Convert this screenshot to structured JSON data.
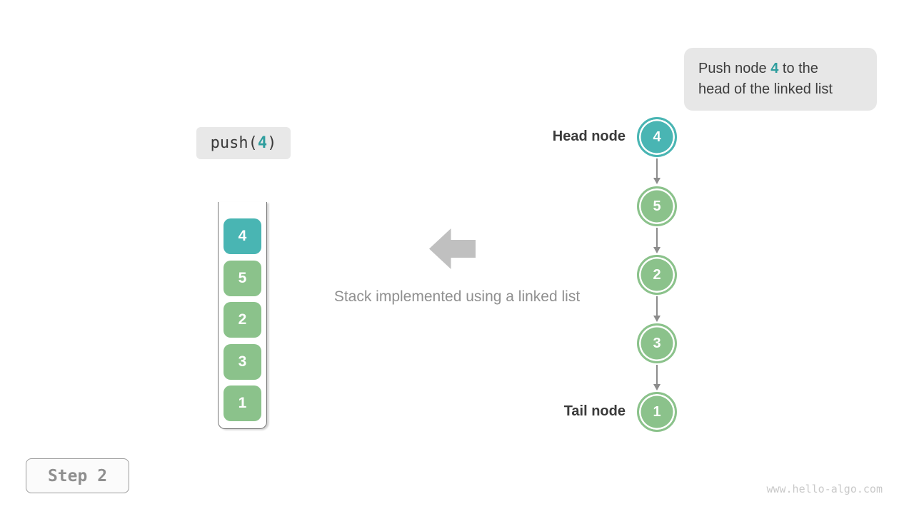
{
  "colors": {
    "teal": "#49b5b3",
    "green": "#8bc28b",
    "teal_text": "#2f9e9e"
  },
  "callout": {
    "before_highlight": "Push node ",
    "highlight": "4",
    "after_highlight": " to the",
    "line2": "head of the linked list"
  },
  "operation": {
    "before_arg": "push(",
    "arg": "4",
    "after_arg": ")"
  },
  "stack": {
    "items": [
      {
        "value": "4",
        "color": "teal"
      },
      {
        "value": "5",
        "color": "green"
      },
      {
        "value": "2",
        "color": "green"
      },
      {
        "value": "3",
        "color": "green"
      },
      {
        "value": "1",
        "color": "green"
      }
    ]
  },
  "caption": "Stack implemented using a linked list",
  "linked_list": {
    "head_label": "Head node",
    "tail_label": "Tail node",
    "nodes": [
      {
        "value": "4",
        "color": "teal"
      },
      {
        "value": "5",
        "color": "green"
      },
      {
        "value": "2",
        "color": "green"
      },
      {
        "value": "3",
        "color": "green"
      },
      {
        "value": "1",
        "color": "green"
      }
    ]
  },
  "step_badge": {
    "label": "Step 2"
  },
  "watermark": "www.hello-algo.com"
}
